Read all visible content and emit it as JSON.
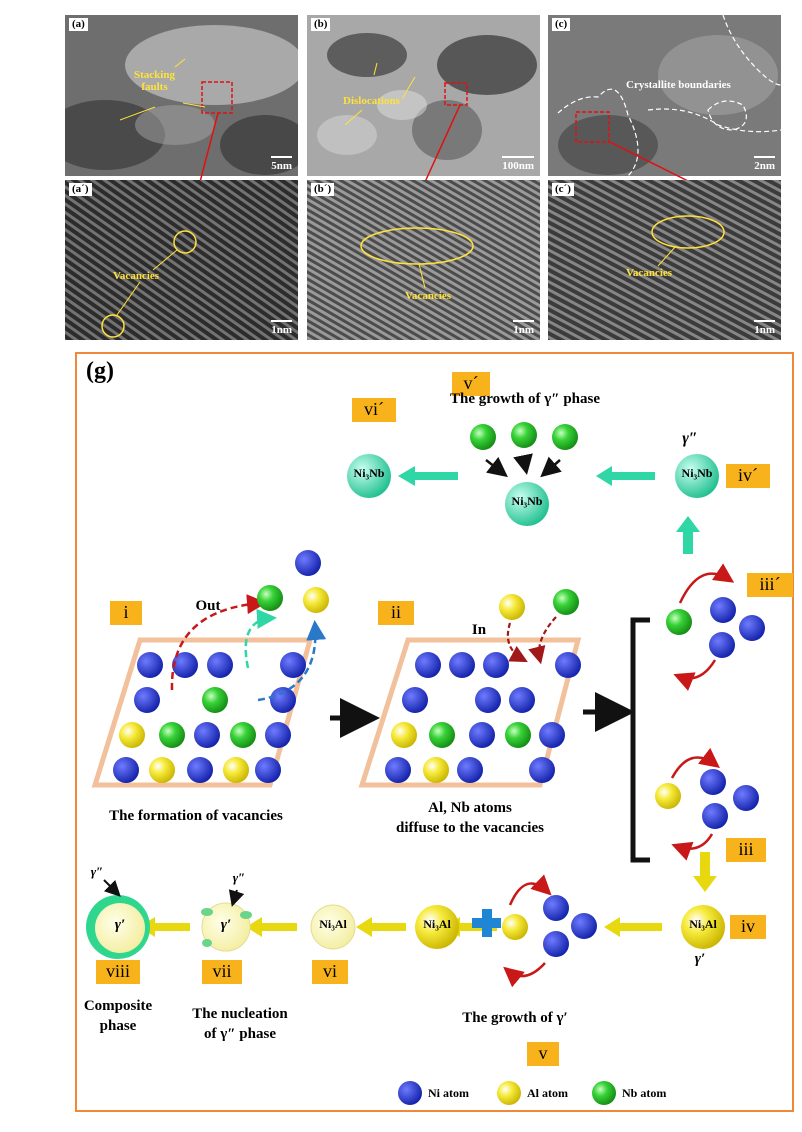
{
  "panels": [
    {
      "id": "a",
      "label": "(a)",
      "scale": "5nm",
      "annotations": [
        "Stacking",
        "faults"
      ]
    },
    {
      "id": "b",
      "label": "(b)",
      "scale": "100nm",
      "annotations": [
        "Dislocations"
      ]
    },
    {
      "id": "c",
      "label": "(c)",
      "scale": "2nm",
      "annotations": [
        "Crystallite boundaries"
      ]
    },
    {
      "id": "a2",
      "label": "(a´)",
      "scale": "1nm",
      "annotations": [
        "Vacancies"
      ]
    },
    {
      "id": "b2",
      "label": "(b´)",
      "scale": "1nm",
      "annotations": [
        "Vacancies"
      ]
    },
    {
      "id": "c2",
      "label": "(c´)",
      "scale": "1nm",
      "annotations": [
        "Vacancies"
      ]
    }
  ],
  "diagram": {
    "label": "(g)",
    "stages": {
      "i": "i",
      "ii": "ii",
      "iii": "iii",
      "iv": "iv",
      "v": "v",
      "vi": "vi",
      "vii": "vii",
      "viii": "viii",
      "iii_p": "iii´",
      "iv_p": "iv´",
      "v_p": "v´",
      "vi_p": "vi´"
    },
    "captions": {
      "growth_gpp": "The growth of γ″ phase",
      "formation": "The formation of vacancies",
      "diffuse1": "Al, Nb atoms",
      "diffuse2": "diffuse to the vacancies",
      "growth_gp": "The growth of γ′",
      "composite1": "Composite",
      "composite2": "phase",
      "nucleation1": "The nucleation",
      "nucleation2": "of γ″ phase",
      "out": "Out",
      "in": "In"
    },
    "phase_labels": {
      "ni3nb": "Ni₃Nb",
      "ni3al": "Ni₃Al",
      "gamma_pp": "γ″",
      "gamma_p": "γ′"
    },
    "legend": [
      {
        "label": "Ni atom",
        "color": "#1f2fc9"
      },
      {
        "label": "Al atom",
        "color": "#f2e41a"
      },
      {
        "label": "Nb atom",
        "color": "#2ec52e"
      }
    ],
    "colors": {
      "ni": "#1f2fc9",
      "al": "#f2e41a",
      "nb": "#2ec52e",
      "teal": "#2fd6a6",
      "badge": "#f7b21c",
      "frame": "#f0883a"
    }
  }
}
